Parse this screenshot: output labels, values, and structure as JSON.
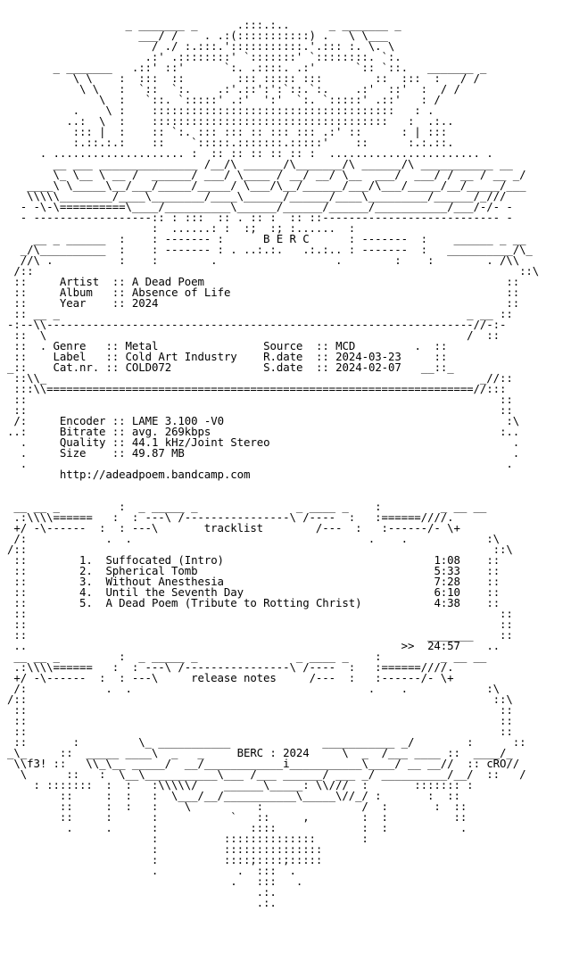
{
  "header_ascii": [
    "                  _ _______ _      .:::.:..      _ _______ _",
    "                    ___/ /    . .:(:::::::::::) .   \\ \\___",
    "                      / ./ :.:::.':::::::::::.'.::: :. \\. \\",
    "                     .:' .::::::::' `:::::::' `::::::::. `:.",
    "       _ _______   .::' ::'      `:. .::::. .:'      `:: `::.   _______ _",
    "          \\ \\    :  :::  ::        ::: ::::: :::        ::  :::  :   / /",
    "           \\ \\   :  `::  `:.    .:'.::':':`::.`:.    .:'  ::'  :  / /",
    "              \\  :   `::. `:::::' .:'  ':'  `:. `:::::' .::'   : /",
    "          .    \\ :    :::::::::::::::::::::::::::::::::::::   : .",
    "         ..:  \\  :    ::::::::::::::::::::::::::::::::::::   :  .:..",
    "          ::: |  :    :: `:. ::: ::: :: ::: ::: .:' ::      : | :::",
    "          :.::.:.:    ::    `:::::.:::::::.:::::'    ::      :.:.::.",
    "     . .................... :  :: :: :: :: :: :  ....................... .",
    "       __ ___ _______________ /__/\\ ______/\\_______/\\ ______/\\ ___________ __",
    "       \\_ \\__ \\ __ /  ______/ ___/ \\____ / __/ __/ \\__  ___/  ___/ / __ / __ _/",
    "   ____\\ \\_____\\__/___/_____/_____/ \\___/\\__/______/___/\\___/_____/__/_____/___",
    "   \\\\\\\\\\________/____\\________/____\\______/______/____\\_________/______/_///",
    "  - -\\-\\==========\\____/__________\\______/______/______/___________/___/-/- -",
    "  - ------------------:: : :::  :: . :: :  :: ::--------------------------- -",
    "                      :  ......: :  :;  :; :......  :",
    "    __ _ ______  :    : ------- :      B E R C      : -------  :    ______ _ __",
    "  _/\\__________  :    : ------- : . ..:.:.   .:.:.. : -------  :   __________/\\_",
    "  //\\ .          :    :        .                  .        :    :        . /\\\\"
  ],
  "intro": [
    {
      "key": "Artist",
      "sep": "::",
      "value": "A Dead Poem"
    },
    {
      "key": "Album",
      "sep": "::",
      "value": "Absence of Life"
    },
    {
      "key": "Year",
      "sep": "::",
      "value": "2024"
    }
  ],
  "info_left": [
    {
      "key": "Genre",
      "sep": "::",
      "value": "Metal"
    },
    {
      "key": "Label",
      "sep": "::",
      "value": "Cold Art Industry"
    },
    {
      "key": "Cat.nr.",
      "sep": "::",
      "value": "COLD072"
    }
  ],
  "info_right": [
    {
      "key": "Source",
      "sep": "::",
      "value": "MCD"
    },
    {
      "key": "R.date",
      "sep": "::",
      "value": "2024-03-23"
    },
    {
      "key": "S.date",
      "sep": "::",
      "value": "2024-02-07"
    }
  ],
  "tech": [
    {
      "key": "Encoder",
      "sep": "::",
      "value": "LAME 3.100 -V0"
    },
    {
      "key": "Bitrate",
      "sep": "::",
      "value": "avg. 269kbps"
    },
    {
      "key": "Quality",
      "sep": "::",
      "value": "44.1 kHz/Joint Stereo"
    },
    {
      "key": "Size",
      "sep": "::",
      "value": "49.87 MB"
    }
  ],
  "url": "http://adeadpoem.bandcamp.com",
  "tracklist_title": "tracklist",
  "tracks": [
    {
      "num": "1.",
      "title": "Suffocated (Intro)",
      "time": "1:08"
    },
    {
      "num": "2.",
      "title": "Spherical Tomb",
      "time": "5:33"
    },
    {
      "num": "3.",
      "title": "Without Anesthesia",
      "time": "7:28"
    },
    {
      "num": "4.",
      "title": "Until the Seventh Day",
      "time": "6:10"
    },
    {
      "num": "5.",
      "title": "A Dead Poem (Tribute to Rotting Christ)",
      "time": "4:38"
    }
  ],
  "total_marker": ">>",
  "total_time": "24:57",
  "release_notes_title": "release notes",
  "footer_group": "BERC",
  "footer_year": "2024",
  "footer_left_tag": "f3!",
  "footer_right_tag": "cRO"
}
